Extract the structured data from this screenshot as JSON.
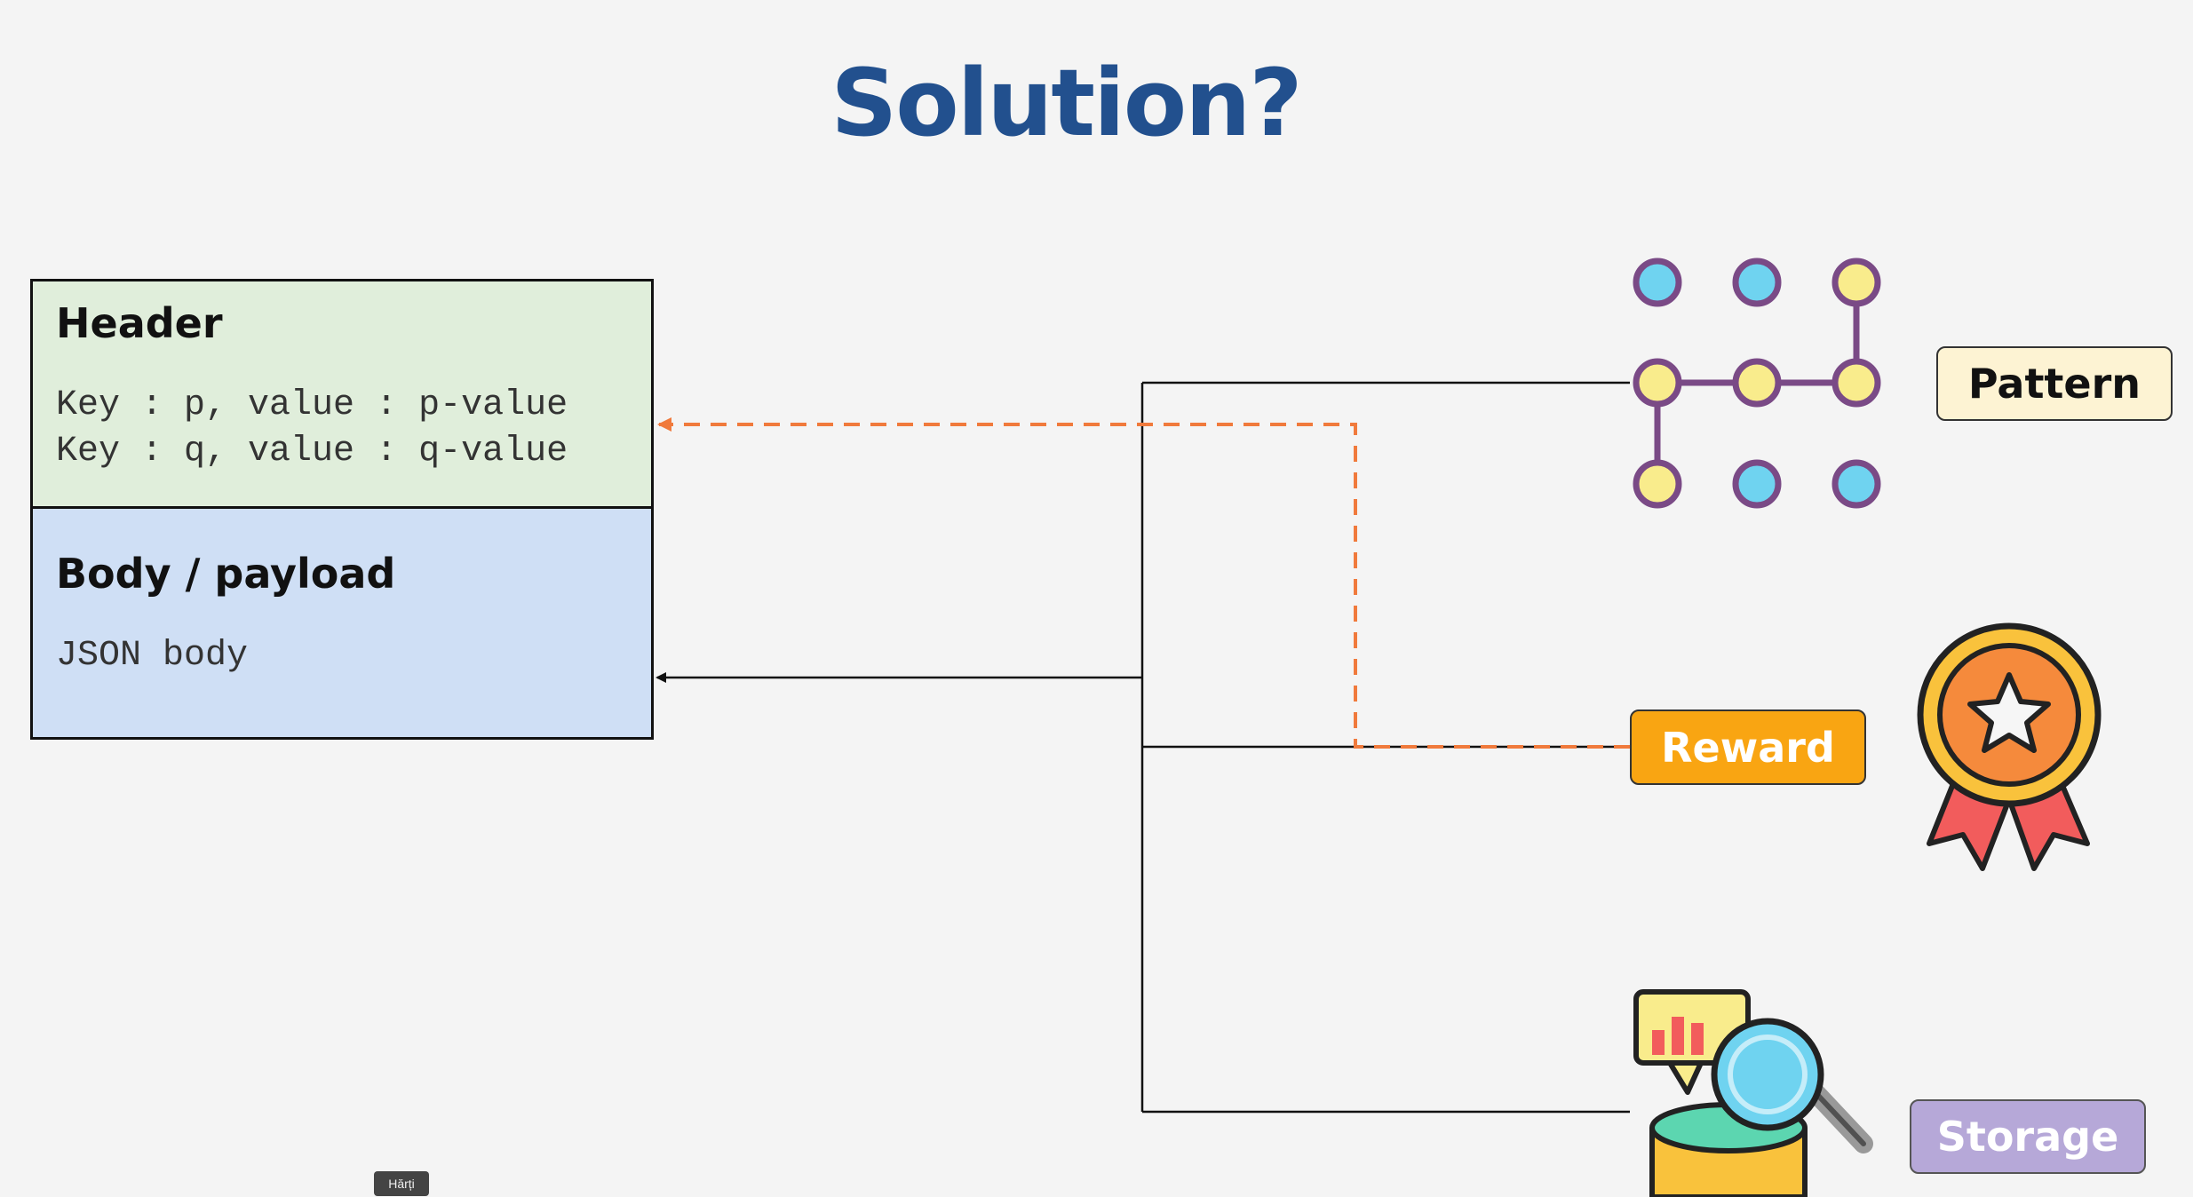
{
  "title": "Solution?",
  "message": {
    "header": {
      "title": "Header",
      "lines": [
        "Key : p, value : p-value",
        "Key : q, value : q-value"
      ]
    },
    "body": {
      "title": "Body / payload",
      "lines": [
        "JSON body"
      ]
    }
  },
  "components": {
    "pattern": "Pattern",
    "reward": "Reward",
    "storage": "Storage"
  },
  "colors": {
    "title": "#22508e",
    "header_bg": "#e0eedb",
    "body_bg": "#cfdff5",
    "dashed_arrow": "#f07a3c",
    "pattern_label": "#fdf3d3",
    "reward_label": "#f9a512",
    "storage_label": "#b6a8d8"
  },
  "icons": {
    "pattern": "pattern-dots-icon",
    "reward": "award-medal-icon",
    "storage": "data-analysis-icon"
  },
  "tooltip": "Hărți"
}
